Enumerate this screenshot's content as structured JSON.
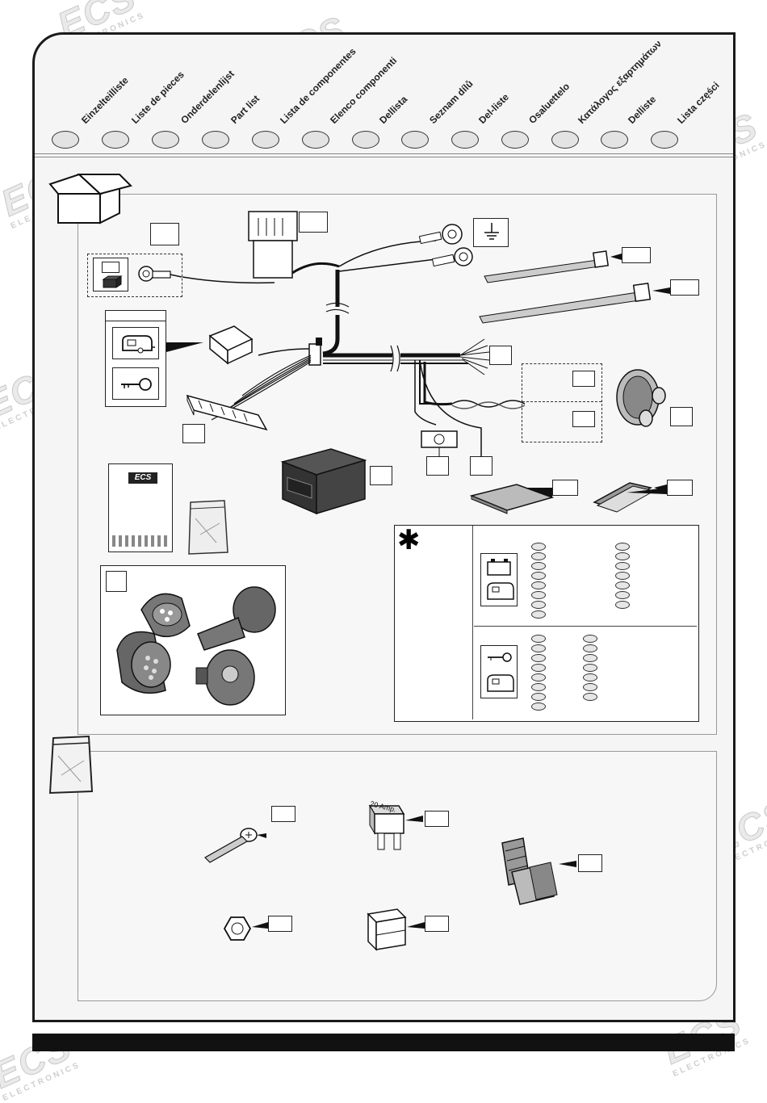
{
  "watermark": {
    "brand": "ECS",
    "subtitle": "ELECTRONICS"
  },
  "languages": [
    "Einzelteilliste",
    "Liste de pieces",
    "Onderdelenlijst",
    "Part list",
    "Lista de componentes",
    "Elenco componenti",
    "Dellista",
    "Seznam dílů",
    "Del-liste",
    "Osaluettelo",
    "Κατάλογος εξαρτημάτων",
    "Delliste",
    "Lista części"
  ],
  "manual_logo": "ECS",
  "fuse_rating": "20 Amp.",
  "legend_symbol": "✱",
  "icon_names": [
    "box-icon",
    "bag-icon",
    "ground-icon",
    "caravan-icon",
    "key-icon",
    "battery-icon"
  ]
}
